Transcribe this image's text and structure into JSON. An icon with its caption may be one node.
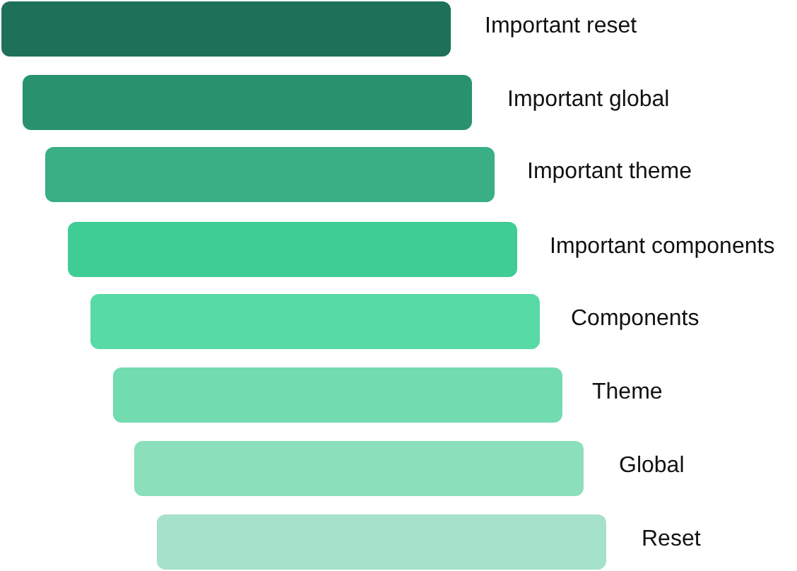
{
  "diagram": {
    "nodes": [
      {
        "text": [],
        "shape": "bar",
        "beside": [
          "Important reset"
        ]
      },
      {
        "text": [],
        "shape": "bar",
        "beside": [
          "Important global"
        ]
      },
      {
        "text": [],
        "shape": "bar",
        "beside": [
          "Important theme"
        ]
      },
      {
        "text": [],
        "shape": "bar",
        "beside": [
          "Important components"
        ]
      },
      {
        "text": [],
        "shape": "bar",
        "beside": [
          "Components"
        ]
      },
      {
        "text": [],
        "shape": "bar",
        "beside": [
          "Theme"
        ]
      },
      {
        "text": [],
        "shape": "bar",
        "beside": [
          "Global"
        ]
      },
      {
        "text": [],
        "shape": "bar",
        "beside": [
          "Reset"
        ]
      }
    ]
  }
}
